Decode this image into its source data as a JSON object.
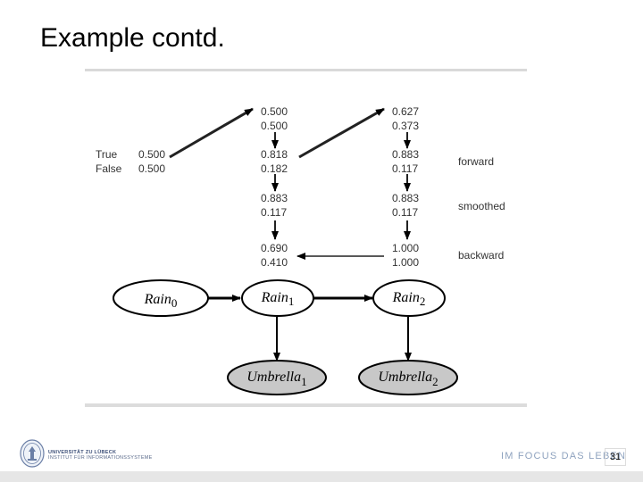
{
  "slide": {
    "title": "Example contd.",
    "page_number": "31"
  },
  "diagram": {
    "prior": {
      "true_label": "True",
      "false_label": "False",
      "true_value": "0.500",
      "false_value": "0.500"
    },
    "col1": {
      "predict": [
        "0.500",
        "0.500"
      ],
      "forward": [
        "0.818",
        "0.182"
      ],
      "smoothed": [
        "0.883",
        "0.117"
      ],
      "backward": [
        "0.690",
        "0.410"
      ]
    },
    "col2": {
      "predict": [
        "0.627",
        "0.373"
      ],
      "forward": [
        "0.883",
        "0.117"
      ],
      "smoothed": [
        "0.883",
        "0.117"
      ],
      "backward": [
        "1.000",
        "1.000"
      ]
    },
    "row_labels": {
      "forward": "forward",
      "smoothed": "smoothed",
      "backward": "backward"
    },
    "nodes": {
      "rain0": {
        "name": "Rain",
        "sub": "0"
      },
      "rain1": {
        "name": "Rain",
        "sub": "1"
      },
      "rain2": {
        "name": "Rain",
        "sub": "2"
      },
      "umbrella1": {
        "name": "Umbrella",
        "sub": "1"
      },
      "umbrella2": {
        "name": "Umbrella",
        "sub": "2"
      }
    }
  },
  "footer": {
    "university_line1": "UNIVERSITÄT ZU LÜBECK",
    "university_line2": "INSTITUT FÜR INFORMATIONSSYSTEME",
    "slogan": "IM FOCUS DAS LEBEN"
  },
  "colors": {
    "observed_node_fill": "#c8c8c8",
    "slogan": "#8fa3bf"
  }
}
